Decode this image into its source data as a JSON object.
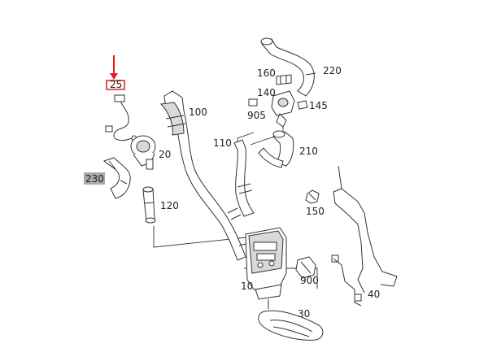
{
  "diagram": {
    "part_labels": [
      "25",
      "100",
      "20",
      "230",
      "120",
      "160",
      "220",
      "140",
      "145",
      "905",
      "110",
      "210",
      "150",
      "10",
      "900",
      "40",
      "30"
    ]
  },
  "colors": {
    "line": "#333333",
    "highlight_box": "#e11d1d",
    "arrow": "#e11d1d",
    "selected_label_bg": "#a9a9a9",
    "part_fill": "#ffffff",
    "part_shade": "#d9d9d9"
  }
}
